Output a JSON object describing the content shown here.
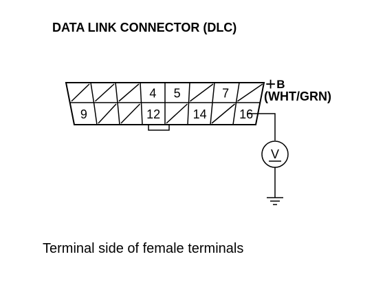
{
  "title": "DATA LINK CONNECTOR (DLC)",
  "power_label": {
    "symbol": "+",
    "letter": "B",
    "wire_color": "(WHT/GRN)"
  },
  "connector": {
    "top_row": [
      {
        "label": "",
        "state": "unused"
      },
      {
        "label": "",
        "state": "unused"
      },
      {
        "label": "",
        "state": "unused"
      },
      {
        "label": "4",
        "state": "active"
      },
      {
        "label": "5",
        "state": "active"
      },
      {
        "label": "",
        "state": "unused"
      },
      {
        "label": "7",
        "state": "active"
      },
      {
        "label": "",
        "state": "unused"
      }
    ],
    "bottom_row": [
      {
        "label": "9",
        "state": "active"
      },
      {
        "label": "",
        "state": "unused"
      },
      {
        "label": "",
        "state": "unused"
      },
      {
        "label": "12",
        "state": "active"
      },
      {
        "label": "",
        "state": "unused"
      },
      {
        "label": "14",
        "state": "active"
      },
      {
        "label": "",
        "state": "unused"
      },
      {
        "label": "16",
        "state": "active"
      }
    ]
  },
  "meter_symbol": "V",
  "caption": "Terminal side of female terminals"
}
